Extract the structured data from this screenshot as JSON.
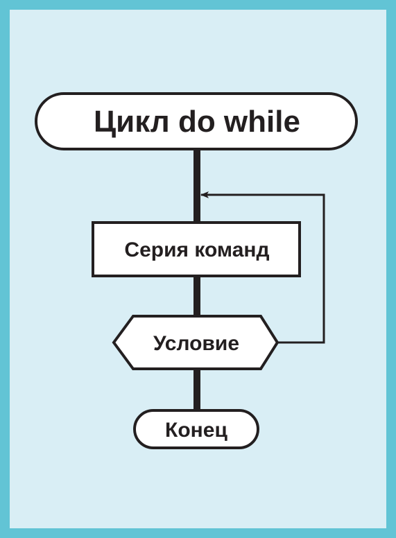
{
  "diagram": {
    "title": "Цикл do while",
    "process": "Серия команд",
    "condition": "Условие",
    "end": "Конец"
  },
  "colors": {
    "border": "#62c4d5",
    "background": "#d9eef5",
    "stroke": "#231f20",
    "box_fill": "#ffffff"
  }
}
